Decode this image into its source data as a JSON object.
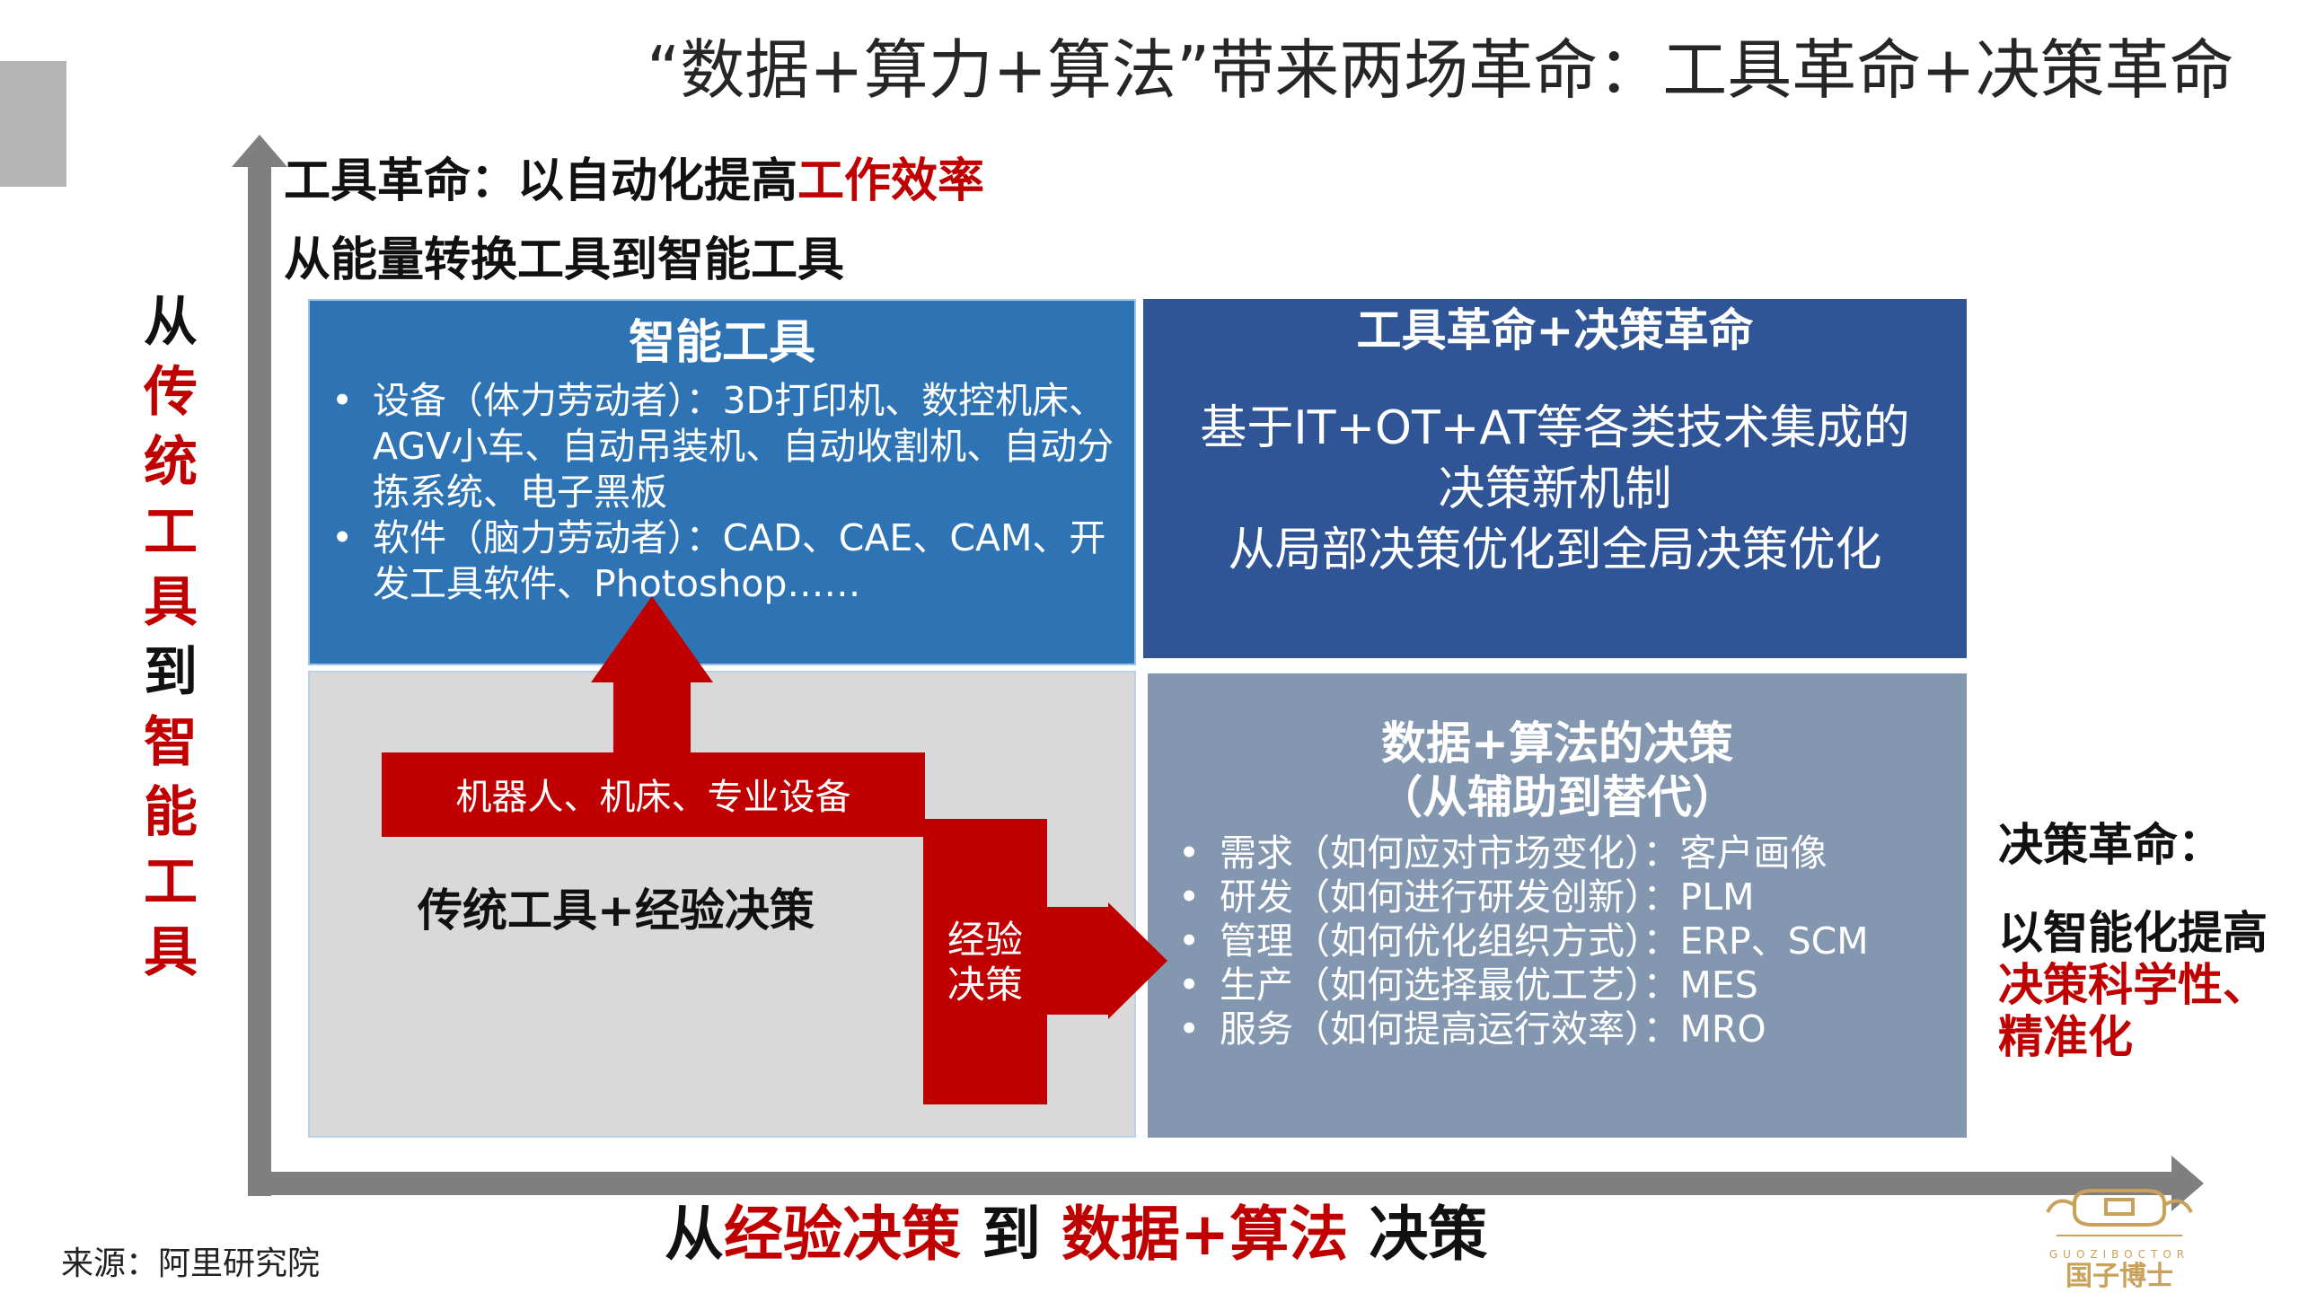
{
  "title": "“数据+算力+算法”带来两场革命：工具革命+决策革命",
  "top_label_1": {
    "prefix": "工具革命：以自动化提高",
    "highlight": "工作效率"
  },
  "top_label_2": "从能量转换工具到智能工具",
  "vertical_label": [
    {
      "text": "从",
      "red": false
    },
    {
      "text": "传",
      "red": true
    },
    {
      "text": "统",
      "red": true
    },
    {
      "text": "工",
      "red": true
    },
    {
      "text": "具",
      "red": true
    },
    {
      "text": "到",
      "red": false
    },
    {
      "text": "智",
      "red": true
    },
    {
      "text": "能",
      "red": true
    },
    {
      "text": "工",
      "red": true
    },
    {
      "text": "具",
      "red": true
    }
  ],
  "panel_smart_tools": {
    "title": "智能工具",
    "items": [
      "设备（体力劳动者）：3D打印机、数控机床、AGV小车、自动吊装机、自动收割机、自动分拣系统、电子黑板",
      "软件（脑力劳动者）：CAD、CAE、CAM、开发工具软件、Photoshop……"
    ]
  },
  "panel_dual_revolution": {
    "title": "工具革命+决策革命",
    "lines": [
      "基于IT+OT+AT等各类技术集成的",
      "决策新机制",
      "从局部决策优化到全局决策优化"
    ]
  },
  "panel_traditional": {
    "label": "传统工具+经验决策"
  },
  "panel_data_decision": {
    "title_1": "数据+算法的决策",
    "title_2": "（从辅助到替代）",
    "items": [
      "需求（如何应对市场变化）：客户画像",
      "研发（如何进行研发创新）：PLM",
      "管理（如何优化组织方式）：ERP、SCM",
      "生产（如何选择最优工艺）：MES",
      "服务（如何提高运行效率）：MRO"
    ]
  },
  "arrow_labels": {
    "horizontal": "机器人、机床、专业设备",
    "vertical_1": "经验",
    "vertical_2": "决策"
  },
  "right_label": {
    "line1": "决策革命：",
    "line2": "以智能化提高",
    "line3": "决策科学性、",
    "line4": "精准化"
  },
  "bottom_label": {
    "part1": "从",
    "part2": "经验决策",
    "part3": " 到 ",
    "part4": "数据+算法",
    "part5": " 决策"
  },
  "source": "来源：阿里研究院",
  "logo": {
    "top_text": "GUOZIBOCTOR",
    "name": "国子博士"
  },
  "colors": {
    "red": "#c00000",
    "blue_panel": "#2e74b5",
    "navy_panel": "#2f5597",
    "grey_panel": "#d9d9d9",
    "slate_panel": "#8497b0",
    "axis": "#7f7f7f"
  }
}
